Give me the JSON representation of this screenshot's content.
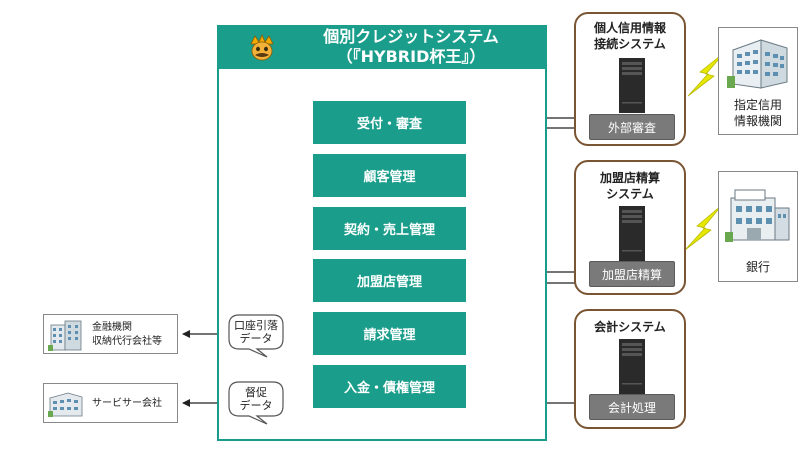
{
  "system": {
    "title_line1": "個別クレジットシステム",
    "title_line2": "（『HYBRID杯王』）"
  },
  "modules": [
    {
      "label": "受付・審査"
    },
    {
      "label": "顧客管理"
    },
    {
      "label": "契約・売上管理"
    },
    {
      "label": "加盟店管理"
    },
    {
      "label": "請求管理"
    },
    {
      "label": "入金・債権管理"
    }
  ],
  "external_systems": [
    {
      "title_line1": "個人信用情報",
      "title_line2": "接続システム",
      "label": "外部審査"
    },
    {
      "title_line1": "加盟店精算",
      "title_line2": "システム",
      "label": "加盟店精算"
    },
    {
      "title_line1": "会計システム",
      "title_line2": "",
      "label": "会計処理"
    }
  ],
  "institutions": [
    {
      "line1": "指定信用",
      "line2": "情報機関"
    },
    {
      "line1": "銀行",
      "line2": ""
    }
  ],
  "left_entities": [
    {
      "line1": "金融機関",
      "line2": "収納代行会社等"
    },
    {
      "line1": "サービサー会社",
      "line2": ""
    }
  ],
  "bubbles": [
    {
      "line1": "口座引落",
      "line2": "データ"
    },
    {
      "line1": "督促",
      "line2": "データ"
    }
  ],
  "colors": {
    "teal": "#1b9d8b",
    "brown_border": "#7a5533",
    "server_label_gray": "#7a7a7a",
    "lightning": "#e6e800"
  }
}
